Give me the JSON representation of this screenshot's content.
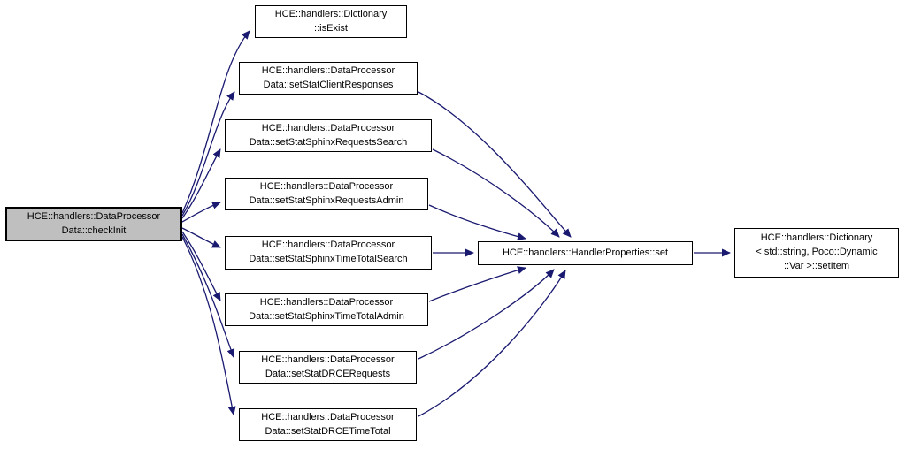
{
  "diagram": {
    "type": "call-graph",
    "background_color": "#ffffff",
    "edge_color": "#191970",
    "node_border_color": "#000000",
    "node_fill_color": "#ffffff",
    "highlight_fill_color": "#bfbfbf",
    "nodes": {
      "checkInit": {
        "label": "HCE::handlers::DataProcessor\nData::checkInit",
        "highlighted": true
      },
      "isExist": {
        "label": "HCE::handlers::Dictionary\n::isExist",
        "highlighted": false
      },
      "setStatClientResponses": {
        "label": "HCE::handlers::DataProcessor\nData::setStatClientResponses",
        "highlighted": false
      },
      "setStatSphinxRequestsSearch": {
        "label": "HCE::handlers::DataProcessor\nData::setStatSphinxRequestsSearch",
        "highlighted": false
      },
      "setStatSphinxRequestsAdmin": {
        "label": "HCE::handlers::DataProcessor\nData::setStatSphinxRequestsAdmin",
        "highlighted": false
      },
      "setStatSphinxTimeTotalSearch": {
        "label": "HCE::handlers::DataProcessor\nData::setStatSphinxTimeTotalSearch",
        "highlighted": false
      },
      "setStatSphinxTimeTotalAdmin": {
        "label": "HCE::handlers::DataProcessor\nData::setStatSphinxTimeTotalAdmin",
        "highlighted": false
      },
      "setStatDRCERequests": {
        "label": "HCE::handlers::DataProcessor\nData::setStatDRCERequests",
        "highlighted": false
      },
      "setStatDRCETimeTotal": {
        "label": "HCE::handlers::DataProcessor\nData::setStatDRCETimeTotal",
        "highlighted": false
      },
      "handlerPropertiesSet": {
        "label": "HCE::handlers::HandlerProperties::set",
        "highlighted": false
      },
      "setItem": {
        "label": "HCE::handlers::Dictionary\n< std::string, Poco::Dynamic\n::Var >::setItem",
        "highlighted": false
      }
    },
    "edges": [
      {
        "from": "checkInit",
        "to": "isExist"
      },
      {
        "from": "checkInit",
        "to": "setStatClientResponses"
      },
      {
        "from": "checkInit",
        "to": "setStatSphinxRequestsSearch"
      },
      {
        "from": "checkInit",
        "to": "setStatSphinxRequestsAdmin"
      },
      {
        "from": "checkInit",
        "to": "setStatSphinxTimeTotalSearch"
      },
      {
        "from": "checkInit",
        "to": "setStatSphinxTimeTotalAdmin"
      },
      {
        "from": "checkInit",
        "to": "setStatDRCERequests"
      },
      {
        "from": "checkInit",
        "to": "setStatDRCETimeTotal"
      },
      {
        "from": "setStatClientResponses",
        "to": "handlerPropertiesSet"
      },
      {
        "from": "setStatSphinxRequestsSearch",
        "to": "handlerPropertiesSet"
      },
      {
        "from": "setStatSphinxRequestsAdmin",
        "to": "handlerPropertiesSet"
      },
      {
        "from": "setStatSphinxTimeTotalSearch",
        "to": "handlerPropertiesSet"
      },
      {
        "from": "setStatSphinxTimeTotalAdmin",
        "to": "handlerPropertiesSet"
      },
      {
        "from": "setStatDRCERequests",
        "to": "handlerPropertiesSet"
      },
      {
        "from": "setStatDRCETimeTotal",
        "to": "handlerPropertiesSet"
      },
      {
        "from": "handlerPropertiesSet",
        "to": "setItem"
      }
    ]
  }
}
